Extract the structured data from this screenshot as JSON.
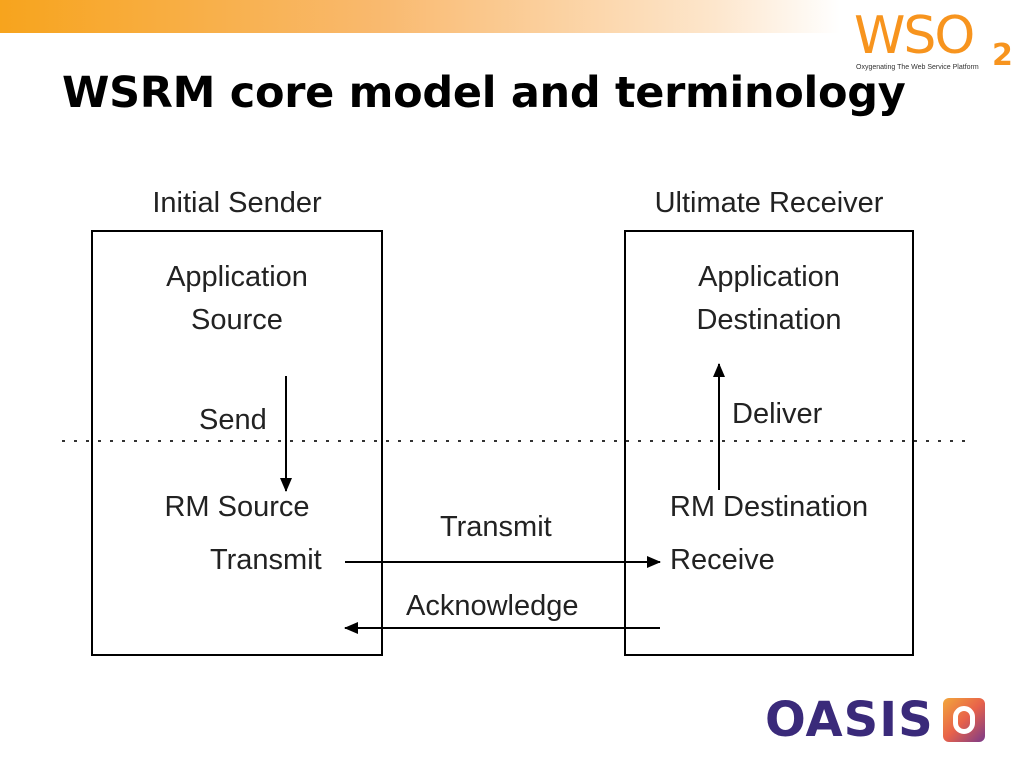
{
  "slide": {
    "title": "WSRM core model and terminology"
  },
  "logos": {
    "wso2": {
      "word": "WSO",
      "subscript": "2",
      "tagline": "Oxygenating The Web Service Platform",
      "color": "#f7941e"
    },
    "oasis": {
      "word": "OASIS",
      "color": "#3a2a7a"
    }
  },
  "diagram": {
    "sender": {
      "title": "Initial Sender",
      "app_line1": "Application",
      "app_line2": "Source",
      "send_label": "Send",
      "rm_label": "RM Source",
      "transmit_label": "Transmit"
    },
    "receiver": {
      "title": "Ultimate Receiver",
      "app_line1": "Application",
      "app_line2": "Destination",
      "deliver_label": "Deliver",
      "rm_label": "RM Destination",
      "receive_label": "Receive"
    },
    "links": {
      "transmit_label": "Transmit",
      "acknowledge_label": "Acknowledge"
    }
  }
}
